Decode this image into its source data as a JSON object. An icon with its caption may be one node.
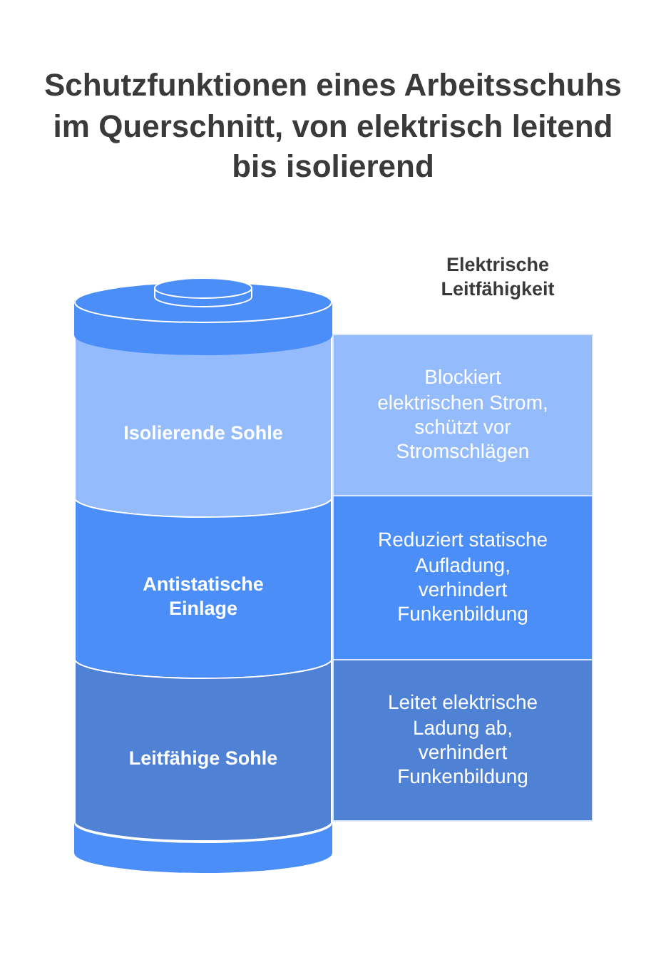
{
  "diagram": {
    "title": "Schutzfunktionen eines Arbeitsschuhs im Querschnitt, von elektrisch leitend bis isolierend",
    "nodes": [
      {
        "text": [],
        "shape": "cylinder"
      },
      {
        "text": [
          "Isolierende Sohle"
        ]
      },
      {
        "text": [
          "Blockiert elektrischen Strom, schützt vor Stromschlägen"
        ]
      },
      {
        "text": [
          "Antistatische Einlage"
        ]
      },
      {
        "text": [
          "Reduziert statische Aufladung, verhindert Funkenbildung"
        ]
      },
      {
        "text": [
          "Leitfähige Sohle"
        ]
      },
      {
        "text": [
          "Leitet elektrische Ladung ab, verhindert Funkenbildung"
        ]
      },
      {
        "text": [],
        "shape": "cylinder"
      }
    ],
    "edges": [],
    "labels": [
      "Elektrische Leitfähigkeit"
    ]
  }
}
